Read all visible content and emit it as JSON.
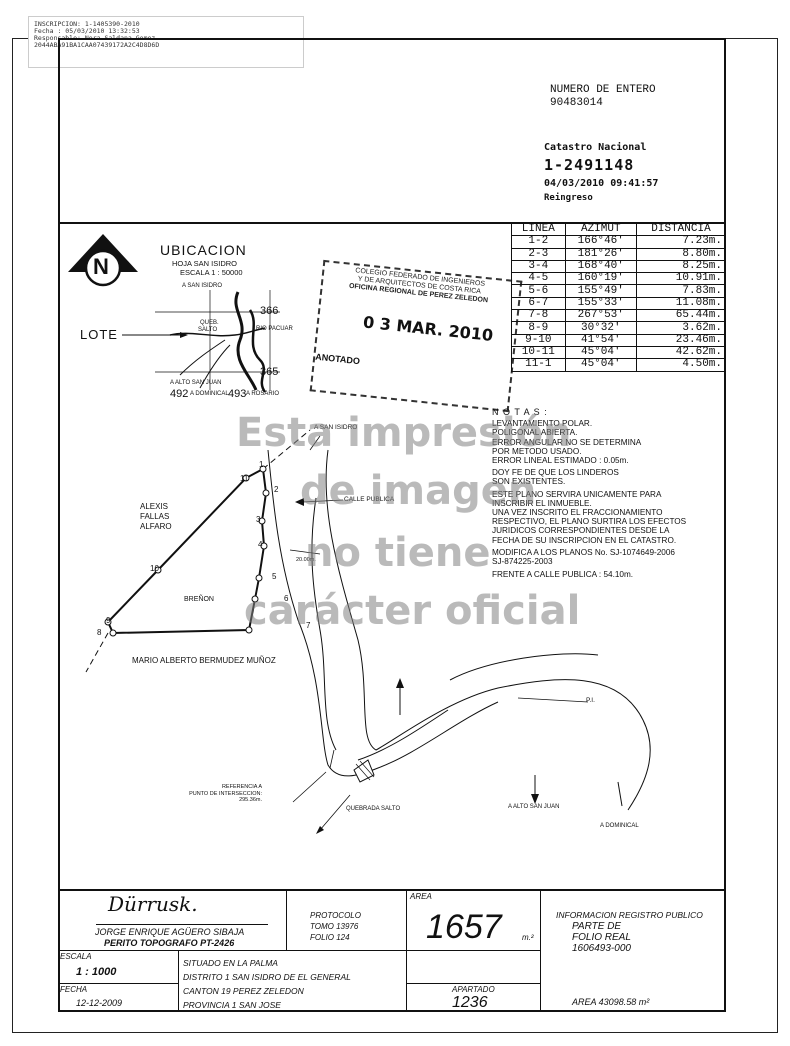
{
  "stamp": {
    "line1": "INSCRIPCION: 1-1405390-2010",
    "line2": "Fecha    : 05/03/2010 13:32:53",
    "line3": "Responsable: Nora Saldana Gomez",
    "line4": "2044ABA91BA1CAA07439172A2C4D8D6D"
  },
  "header": {
    "numero_label": "NUMERO DE ENTERO",
    "numero_value": "90483014",
    "catastro_label": "Catastro Nacional",
    "catastro_number": "1-2491148",
    "catastro_datetime": "04/03/2010 09:41:57",
    "catastro_status": "Reingreso"
  },
  "ubicacion": {
    "title": "UBICACION",
    "hoja": "HOJA SAN ISIDRO",
    "escala": "ESCALA 1 : 50000",
    "north": "N",
    "lote": "LOTE",
    "a_san_isidro": "A SAN ISIDRO",
    "queb_salto_1": "QUEB.",
    "queb_salto_2": "SALTO",
    "rio": "RIO PACUAR",
    "n366": "366",
    "n365": "365",
    "a_alto_san_juan": "A ALTO SAN JUAN",
    "dominical": "A DOMINICAL",
    "a_rosario": "A ROSARIO",
    "n492": "492",
    "n493": "493"
  },
  "colegio": {
    "l1": "COLEGIO FEDERADO DE INGENIEROS",
    "l2": "Y DE ARQUITECTOS DE COSTA RICA",
    "l3": "OFICINA REGIONAL DE PEREZ ZELEDON",
    "date": "0 3 MAR. 2010",
    "anotado": "ANOTADO"
  },
  "table": {
    "headers": [
      "LINEA",
      "AZIMUT",
      "DISTANCIA"
    ],
    "rows": [
      [
        "1-2",
        "166°46'",
        "7.23m."
      ],
      [
        "2-3",
        "181°26'",
        "8.80m."
      ],
      [
        "3-4",
        "168°40'",
        "8.25m."
      ],
      [
        "4-5",
        "160°19'",
        "10.91m."
      ],
      [
        "5-6",
        "155°49'",
        "7.83m."
      ],
      [
        "6-7",
        "155°33'",
        "11.08m."
      ],
      [
        "7-8",
        "267°53'",
        "65.44m."
      ],
      [
        "8-9",
        "30°32'",
        "3.62m."
      ],
      [
        "9-10",
        "41°54'",
        "23.46m."
      ],
      [
        "10-11",
        "45°04'",
        "42.62m."
      ],
      [
        "11-1",
        "45°04'",
        "4.50m."
      ]
    ]
  },
  "notes": {
    "title": "N O T A S :",
    "lines": [
      "LEVANTAMIENTO POLAR.",
      "POLIGONAL ABIERTA.",
      "ERROR ANGULAR NO SE DETERMINA",
      "POR METODO USADO.",
      "ERROR LINEAL ESTIMADO : 0.05m.",
      "DOY FE DE QUE LOS LINDEROS",
      "SON EXISTENTES.",
      "ESTE PLANO SERVIRA UNICAMENTE  PARA",
      "INSCRIBIR EL INMUEBLE.",
      "UNA VEZ INSCRITO  EL FRACCIONAMIENTO",
      "RESPECTIVO, EL PLANO SURTIRA LOS EFECTOS",
      "JURIDICOS CORRESPONDIENTES  DESDE LA",
      "FECHA DE SU INSCRIPCION EN EL CATASTRO.",
      "MODIFICA A LOS PLANOS No. SJ-1074649-2006",
      "SJ-874225-2003",
      "FRENTE A CALLE PUBLICA : 54.10m."
    ]
  },
  "watermark": [
    "Esta impresión",
    "de imagen",
    "no tiene",
    "carácter oficial"
  ],
  "plan": {
    "a_san_isidro": "A SAN ISIDRO",
    "calle_publica": "CALLE PUBLICA",
    "alexis_1": "ALEXIS",
    "alexis_2": "FALLAS",
    "alexis_3": "ALFARO",
    "breno": "BREÑON",
    "mario": "MARIO ALBERTO BERMUDEZ MUÑOZ",
    "dist_20": "20.00m.",
    "pi": "P.I.",
    "a_alto_san_juan": "A ALTO SAN JUAN",
    "a_dominical": "A DOMINICAL",
    "quebrada": "QUEBRADA SALTO",
    "ref_1": "REFERENCIA A",
    "ref_2": "PUNTO DE INTERSECCION:",
    "ref_3": "295.36m.",
    "points": [
      "1",
      "2",
      "3",
      "4",
      "5",
      "6",
      "7",
      "8",
      "9",
      "10",
      "11"
    ]
  },
  "titleblock": {
    "signature": "Dürrusk.",
    "surveyor": "JORGE ENRIQUE AGÜERO SIBAJA",
    "perito": "PERITO TOPOGRAFO PT-2426",
    "protocolo": "PROTOCOLO",
    "tomo": "TOMO 13976",
    "folio": "FOLIO 124",
    "area_label": "AREA",
    "area_value": "1657",
    "area_unit": "m.²",
    "info1": "INFORMACION REGISTRO PUBLICO",
    "info2": "PARTE DE",
    "info3": "FOLIO REAL",
    "info4": "1606493-000",
    "escala_label": "ESCALA",
    "escala_value": "1 : 1000",
    "fecha_label": "FECHA",
    "fecha_value": "12-12-2009",
    "sit1": "SITUADO EN LA PALMA",
    "sit2": "DISTRITO 1 SAN ISIDRO DE EL GENERAL",
    "sit3": "CANTON 19 PEREZ ZELEDON",
    "sit4": "PROVINCIA 1 SAN JOSE",
    "apartado_label": "APARTADO",
    "apartado_value": "1236",
    "area_total": "AREA 43098.58 m²"
  }
}
